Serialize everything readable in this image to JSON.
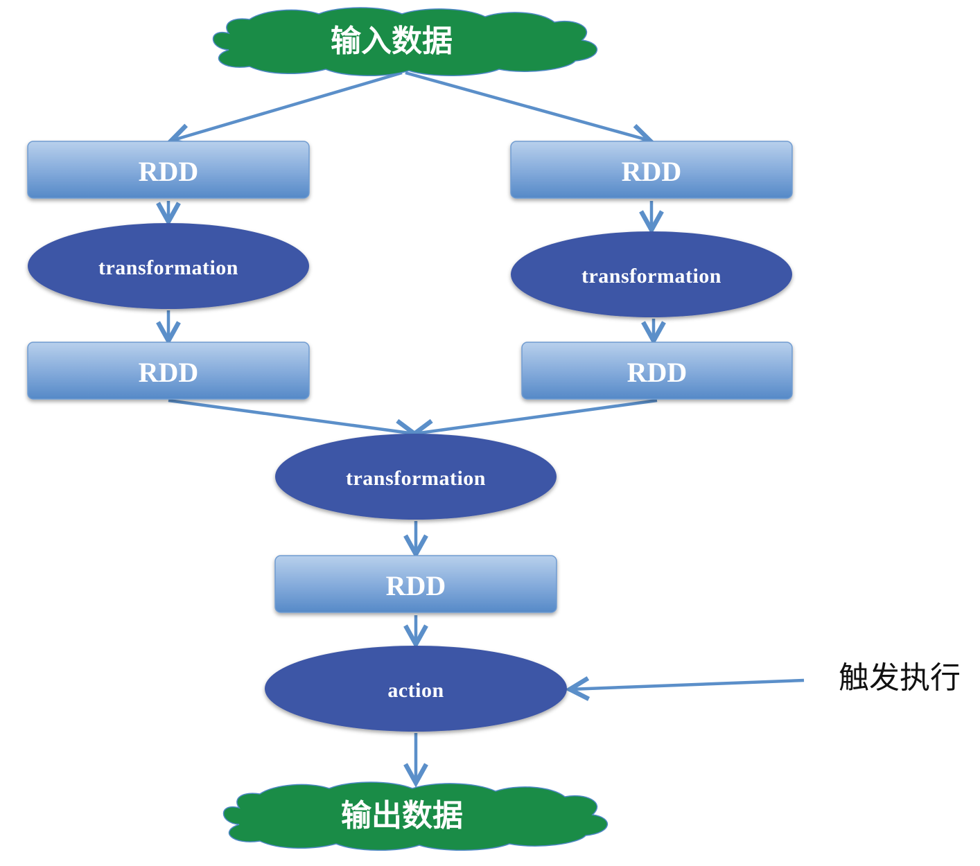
{
  "input_label": "输入数据",
  "output_label": "输出数据",
  "rdd_label": "RDD",
  "transformation_label": "transformation",
  "action_label": "action",
  "trigger_label": "触发执行",
  "colors": {
    "cloud": "#1a8c47",
    "rdd_top": "#b3cbe9",
    "rdd_bottom": "#5b8fc9",
    "ellipse": "#3d56a6",
    "arrow": "#5b8fc9"
  }
}
